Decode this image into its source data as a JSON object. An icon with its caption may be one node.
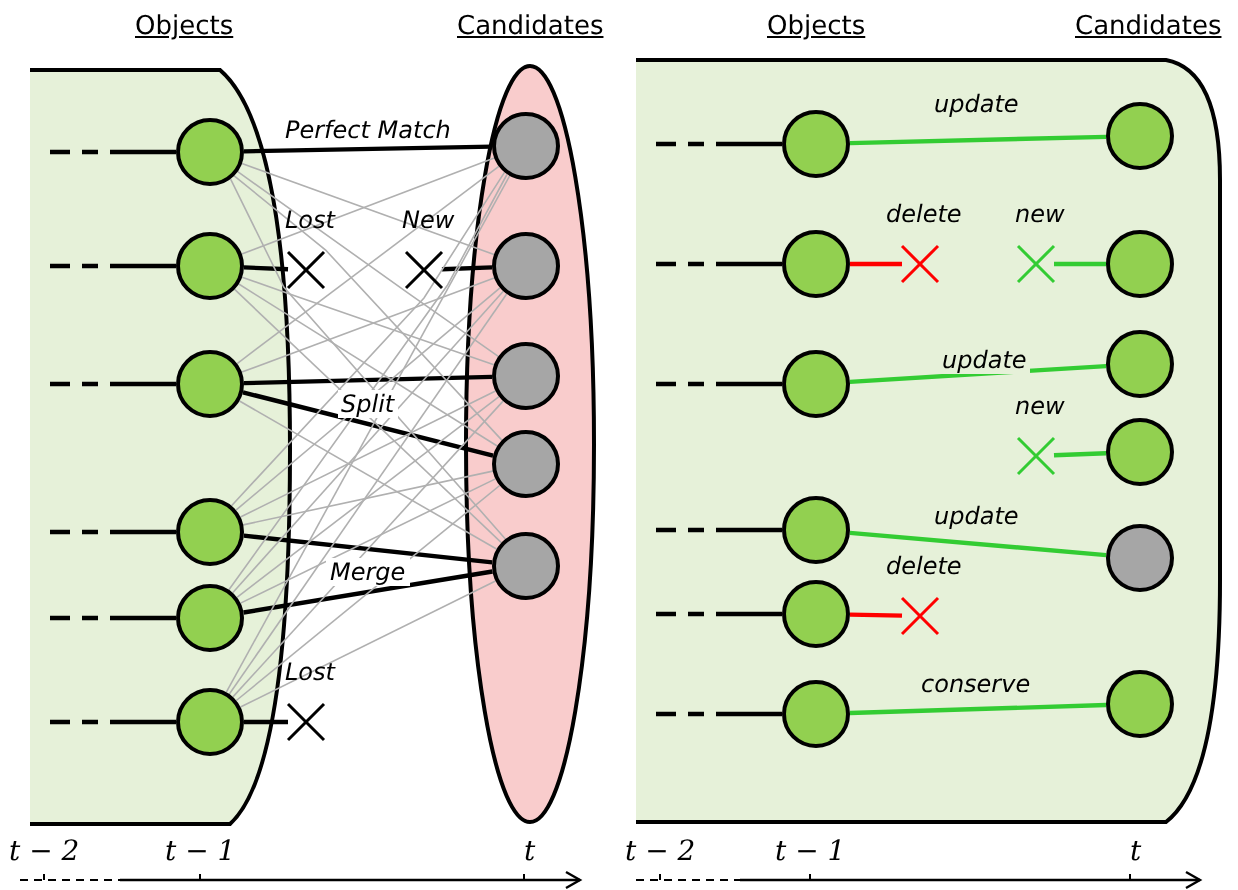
{
  "diagram": {
    "nodes": [
      {
        "text": [
          "Objects"
        ]
      },
      {
        "text": [],
        "shape": "circle",
        "in": 0
      },
      {
        "text": [],
        "shape": "circle",
        "in": 0
      },
      {
        "text": [],
        "shape": "circle",
        "in": 0
      },
      {
        "text": [],
        "shape": "circle",
        "in": 0
      },
      {
        "text": [],
        "shape": "circle",
        "in": 0
      },
      {
        "text": [],
        "shape": "circle",
        "in": 0
      },
      {
        "text": [
          "Candidates"
        ]
      },
      {
        "text": [],
        "shape": "circle",
        "in": 7
      },
      {
        "text": [],
        "shape": "circle",
        "in": 7
      },
      {
        "text": [],
        "shape": "circle",
        "in": 7
      },
      {
        "text": [],
        "shape": "circle",
        "in": 7
      },
      {
        "text": [],
        "shape": "circle",
        "in": 7
      },
      {
        "text": [],
        "shape": "cross",
        "beside": [
          "Lost"
        ]
      },
      {
        "text": [],
        "shape": "cross",
        "beside": [
          "New"
        ]
      },
      {
        "text": [],
        "shape": "cross",
        "beside": [
          "Lost"
        ]
      },
      {
        "text": [
          "Objects",
          "Candidates"
        ]
      },
      {
        "text": [],
        "shape": "circle",
        "in": 16
      },
      {
        "text": [],
        "shape": "circle",
        "in": 16
      },
      {
        "text": [],
        "shape": "circle",
        "in": 16
      },
      {
        "text": [],
        "shape": "circle",
        "in": 16
      },
      {
        "text": [],
        "shape": "circle",
        "in": 16
      },
      {
        "text": [],
        "shape": "circle",
        "in": 16
      },
      {
        "text": [],
        "shape": "circle",
        "in": 16
      },
      {
        "text": [],
        "shape": "circle",
        "in": 16
      },
      {
        "text": [],
        "shape": "circle",
        "in": 16
      },
      {
        "text": [],
        "shape": "circle",
        "in": 16
      },
      {
        "text": [],
        "shape": "circle",
        "in": 16
      },
      {
        "text": [],
        "shape": "circle",
        "in": 16
      },
      {
        "text": [],
        "shape": "cross",
        "beside": [
          "delete"
        ],
        "in": 16
      },
      {
        "text": [],
        "shape": "cross",
        "beside": [
          "new"
        ],
        "in": 16
      },
      {
        "text": [],
        "shape": "cross",
        "beside": [
          "new"
        ],
        "in": 16
      },
      {
        "text": [],
        "shape": "cross",
        "beside": [
          "delete"
        ],
        "in": 16
      }
    ],
    "edges": [
      {
        "from": null,
        "to": 1,
        "arrow": "none",
        "style": "dashed",
        "color": "#000000"
      },
      {
        "from": null,
        "to": 2,
        "arrow": "none",
        "style": "dashed",
        "color": "#000000"
      },
      {
        "from": null,
        "to": 3,
        "arrow": "none",
        "style": "dashed",
        "color": "#000000"
      },
      {
        "from": null,
        "to": 4,
        "arrow": "none",
        "style": "dashed",
        "color": "#000000"
      },
      {
        "from": null,
        "to": 5,
        "arrow": "none",
        "style": "dashed",
        "color": "#000000"
      },
      {
        "from": null,
        "to": 6,
        "arrow": "none",
        "style": "dashed",
        "color": "#000000"
      },
      {
        "from": 1,
        "to": 8,
        "arrow": "none",
        "label": "Perfect Match",
        "color": "#000000"
      },
      {
        "from": 2,
        "to": 13,
        "arrow": "none",
        "color": "#000000"
      },
      {
        "from": 14,
        "to": 9,
        "arrow": "none",
        "color": "#000000"
      },
      {
        "from": 3,
        "to": 10,
        "arrow": "none",
        "color": "#000000"
      },
      {
        "from": 3,
        "to": 11,
        "arrow": "none",
        "label": "Split",
        "color": "#000000"
      },
      {
        "from": 4,
        "to": 12,
        "arrow": "none",
        "color": "#000000"
      },
      {
        "from": 5,
        "to": 12,
        "arrow": "none",
        "label": "Merge",
        "color": "#000000"
      },
      {
        "from": 6,
        "to": 15,
        "arrow": "none",
        "color": "#000000"
      },
      {
        "from": 1,
        "to": 9,
        "arrow": "none"
      },
      {
        "from": 1,
        "to": 10,
        "arrow": "none"
      },
      {
        "from": 1,
        "to": 11,
        "arrow": "none"
      },
      {
        "from": 1,
        "to": 12,
        "arrow": "none"
      },
      {
        "from": 2,
        "to": 8,
        "arrow": "none"
      },
      {
        "from": 2,
        "to": 10,
        "arrow": "none"
      },
      {
        "from": 2,
        "to": 11,
        "arrow": "none"
      },
      {
        "from": 2,
        "to": 12,
        "arrow": "none"
      },
      {
        "from": 3,
        "to": 8,
        "arrow": "none"
      },
      {
        "from": 3,
        "to": 9,
        "arrow": "none"
      },
      {
        "from": 3,
        "to": 12,
        "arrow": "none"
      },
      {
        "from": 4,
        "to": 8,
        "arrow": "none"
      },
      {
        "from": 4,
        "to": 9,
        "arrow": "none"
      },
      {
        "from": 4,
        "to": 10,
        "arrow": "none"
      },
      {
        "from": 4,
        "to": 11,
        "arrow": "none"
      },
      {
        "from": 5,
        "to": 8,
        "arrow": "none"
      },
      {
        "from": 5,
        "to": 9,
        "arrow": "none"
      },
      {
        "from": 5,
        "to": 10,
        "arrow": "none"
      },
      {
        "from": 5,
        "to": 11,
        "arrow": "none"
      },
      {
        "from": 6,
        "to": 8,
        "arrow": "none"
      },
      {
        "from": 6,
        "to": 9,
        "arrow": "none"
      },
      {
        "from": 6,
        "to": 10,
        "arrow": "none"
      },
      {
        "from": 6,
        "to": 11,
        "arrow": "none"
      },
      {
        "from": 6,
        "to": 12,
        "arrow": "none"
      },
      {
        "from": null,
        "to": 17,
        "arrow": "none",
        "style": "dashed",
        "color": "#000000"
      },
      {
        "from": null,
        "to": 18,
        "arrow": "none",
        "style": "dashed",
        "color": "#000000"
      },
      {
        "from": null,
        "to": 19,
        "arrow": "none",
        "style": "dashed",
        "color": "#000000"
      },
      {
        "from": null,
        "to": 20,
        "arrow": "none",
        "style": "dashed",
        "color": "#000000"
      },
      {
        "from": null,
        "to": 21,
        "arrow": "none",
        "style": "dashed",
        "color": "#000000"
      },
      {
        "from": null,
        "to": 22,
        "arrow": "none",
        "style": "dashed",
        "color": "#000000"
      },
      {
        "from": 17,
        "to": 23,
        "arrow": "none",
        "label": "update",
        "color": "#33cc33"
      },
      {
        "from": 18,
        "to": 29,
        "arrow": "none",
        "color": "#ff0000"
      },
      {
        "from": 30,
        "to": 24,
        "arrow": "none",
        "color": "#33cc33"
      },
      {
        "from": 19,
        "to": 25,
        "arrow": "none",
        "label": "update",
        "color": "#33cc33"
      },
      {
        "from": 31,
        "to": 26,
        "arrow": "none",
        "color": "#33cc33"
      },
      {
        "from": 20,
        "to": 27,
        "arrow": "none",
        "label": "update",
        "color": "#33cc33"
      },
      {
        "from": 21,
        "to": 32,
        "arrow": "none",
        "color": "#ff0000"
      },
      {
        "from": 22,
        "to": 28,
        "arrow": "none",
        "label": "conserve",
        "color": "#33cc33"
      }
    ],
    "labels": [
      "t − 2",
      "t − 1",
      "t",
      "t − 2",
      "t − 1",
      "t"
    ]
  }
}
